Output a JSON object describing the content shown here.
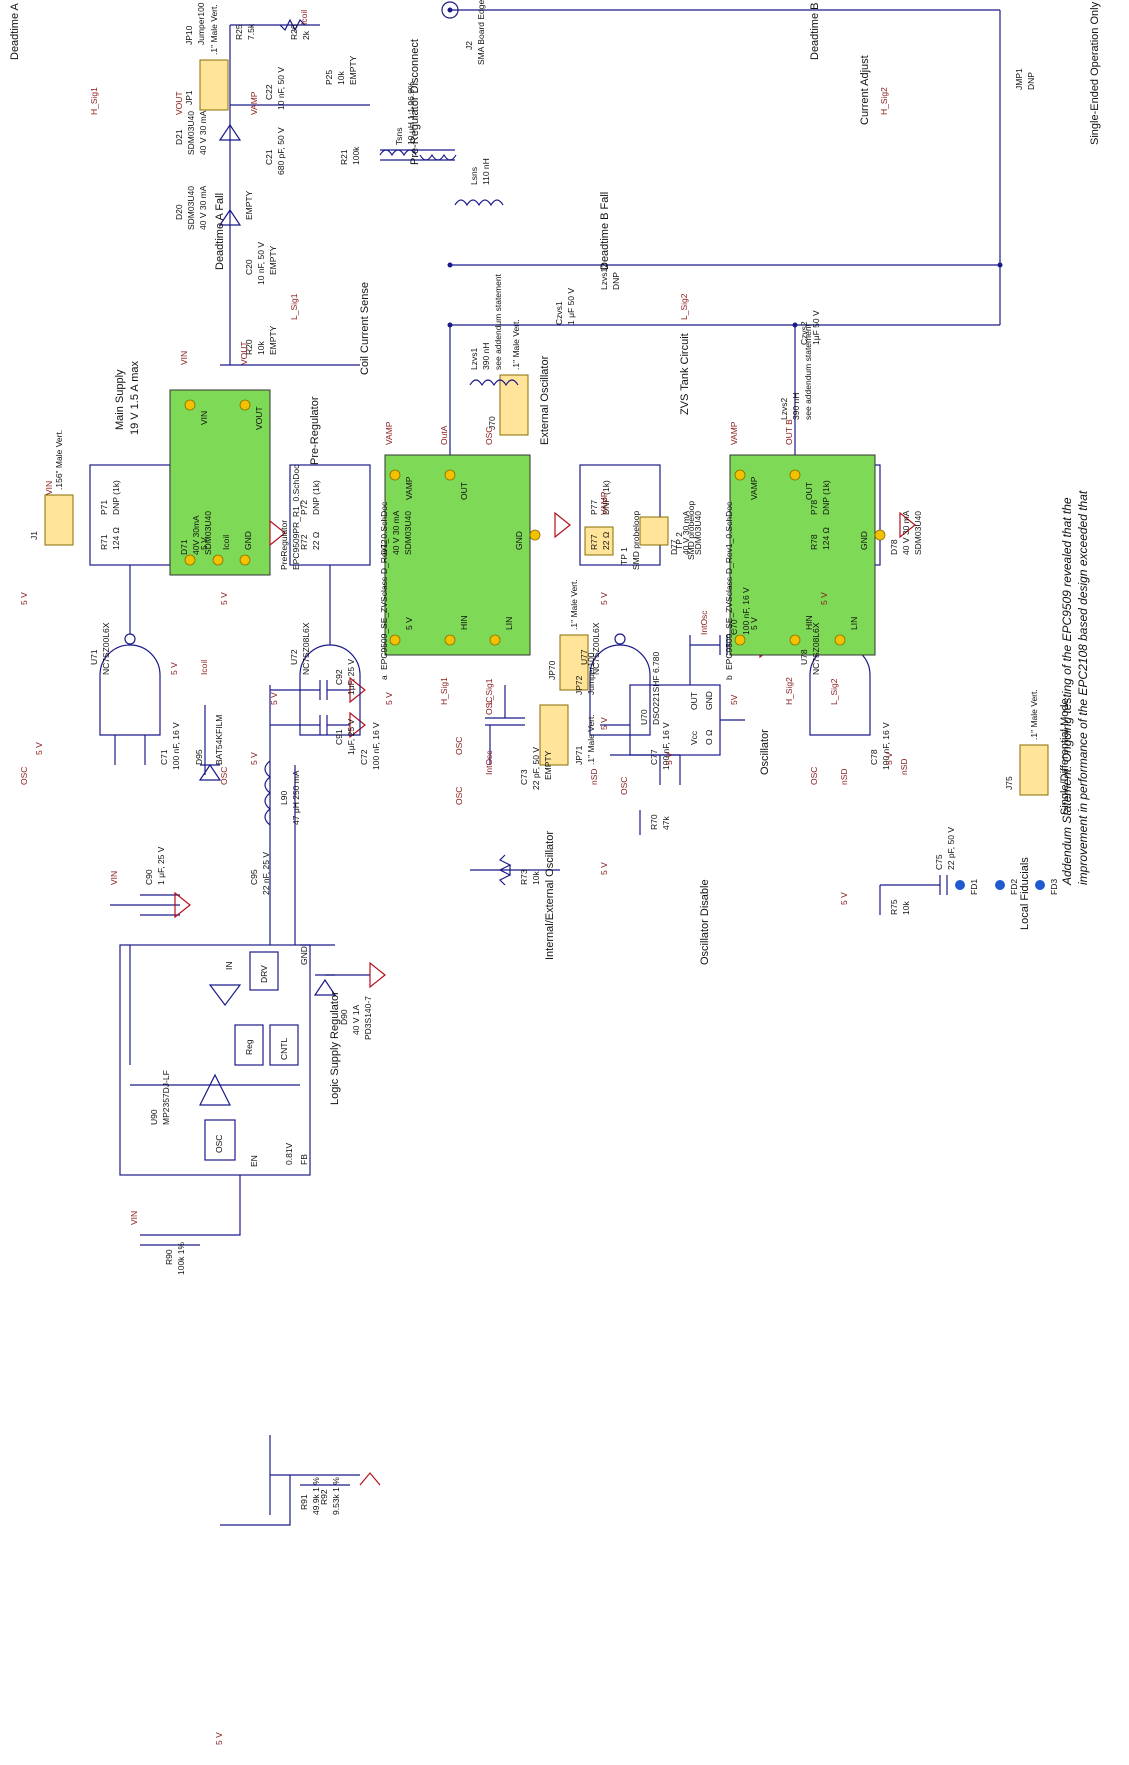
{
  "titles": {
    "logic_supply": "Logic Supply Regulator",
    "internal_external_osc": "Internal/External Oscillator",
    "external_osc": "External Oscillator",
    "oscillator": "Oscillator",
    "oscillator_disable": "Oscillator Disable",
    "single_differential": "Single/Differential Mode",
    "local_fiducials": "Local Fiducials",
    "deadtime_a_rise": "Deadtime A Rise",
    "deadtime_a_fall": "Deadtime A Fall",
    "deadtime_b_fall": "Deadtime B Fall",
    "deadtime_b_rise": "Deadtime B Rise",
    "main_supply": "Main Supply",
    "main_supply_rating": "19 V 1.5 A max",
    "pre_regulator": "Pre-Regulator",
    "pre_reg_disconnect": "Pre-Regulator Disconnect",
    "coil_current_sense": "Coil Current Sense",
    "current_adjust": "Current Adjust",
    "zvs_tank": "ZVS Tank Circuit",
    "single_ended_only": "Single-Ended Operation Only"
  },
  "addendum": {
    "line1": "Addendum Statement: Ongoing testing of the EPC9509 revealed that the",
    "line2": "improvement in performance of the EPC2108 based design exceeded that"
  },
  "components": {
    "u90": {
      "ref": "U90",
      "part": "MP2357DJ-LF",
      "blocks": [
        "OSC",
        "Reg",
        "CNTL",
        "DRV",
        "0.81V",
        "IN",
        "EN",
        "FB",
        "GND"
      ]
    },
    "r90": {
      "ref": "R90",
      "value": "100k 1%"
    },
    "r91": {
      "ref": "R91",
      "value": "49.9k 1 %"
    },
    "r92": {
      "ref": "R92",
      "value": "9.53k 1 %"
    },
    "c90": {
      "ref": "C90",
      "value": "1 μF, 25 V"
    },
    "d95": {
      "ref": "D95",
      "value": "BAT54KFILM"
    },
    "c95": {
      "ref": "C95",
      "value": "22 nF, 25 V"
    },
    "l90": {
      "ref": "L90",
      "value": "47 μH  250 mA"
    },
    "d90": {
      "ref": "D90",
      "value": "40 V 1A",
      "part": "PD3S140-7"
    },
    "c91": {
      "ref": "C91",
      "value": "1μF, 25 V"
    },
    "c92": {
      "ref": "C92",
      "value": "1μF, 25 V"
    },
    "c73": {
      "ref": "C73",
      "value": "22 pF, 50 V",
      "note": "EMPTY"
    },
    "r73": {
      "ref": "R73",
      "value": "10k"
    },
    "u70": {
      "ref": "U70",
      "part": "DSO221SHF  6.780",
      "pins": [
        "Vcc",
        "OUT",
        "O Ω",
        "GND"
      ]
    },
    "c70": {
      "ref": "C70",
      "value": "100 nF, 16 V"
    },
    "r70": {
      "ref": "R70",
      "value": "47k"
    },
    "jp70": {
      "ref": "JP70",
      "value": ".1\" Male Vert."
    },
    "r75": {
      "ref": "R75",
      "value": "10k"
    },
    "c75": {
      "ref": "C75",
      "value": "22 pF, 50 V"
    },
    "j75": {
      "ref": "J75",
      "value": ".1\" Male Vert."
    },
    "u71": {
      "ref": "U71",
      "part": "NC7SZ00L6X"
    },
    "c71": {
      "ref": "C71",
      "value": "100 nF, 16 V"
    },
    "r71": {
      "ref": "R71",
      "value": "124 Ω"
    },
    "p71": {
      "ref": "P71",
      "value": "DNP (1k)"
    },
    "d71": {
      "ref": "D71",
      "value": "40V  30mA",
      "part": "SDM03U40"
    },
    "u72": {
      "ref": "U72",
      "part": "NC7SZ08L6X"
    },
    "c72": {
      "ref": "C72",
      "value": "100 nF, 16 V"
    },
    "r72": {
      "ref": "R72",
      "value": "22 Ω"
    },
    "p72": {
      "ref": "P72",
      "value": "DNP (1k)"
    },
    "d72": {
      "ref": "D72",
      "value": "40 V  30 mA",
      "part": "SDM03U40"
    },
    "jp71": {
      "ref": "JP71",
      "value": ".1\" Male Vert."
    },
    "jp72": {
      "ref": "JP72",
      "value": "Jumper100"
    },
    "j70": {
      "ref": "J70",
      "value": ".1\" Male Vert."
    },
    "u77": {
      "ref": "U77",
      "part": "NC7SZ00L6X"
    },
    "c77": {
      "ref": "C77",
      "value": "100 nF, 16 V"
    },
    "r77": {
      "ref": "R77",
      "value": "22 Ω"
    },
    "p77": {
      "ref": "P77",
      "value": "DNP (1k)"
    },
    "d77": {
      "ref": "D77",
      "value": "40 V  30 mA",
      "part": "SDM03U40"
    },
    "u78": {
      "ref": "U78",
      "part": "NC7SZ08L6X"
    },
    "c78": {
      "ref": "C78",
      "value": "100 nF, 16 V"
    },
    "r78": {
      "ref": "R78",
      "value": "124 Ω"
    },
    "p78": {
      "ref": "P78",
      "value": "DNP (1k)"
    },
    "d78": {
      "ref": "D78",
      "value": "40 V  30 mA",
      "part": "SDM03U40"
    },
    "j1": {
      "ref": "J1",
      "value": ".156\" Male Vert."
    },
    "prereg": {
      "ref": "PreRegulator",
      "part": "EPC9509PR_R1_0.SchDoc",
      "pins": [
        "VIN",
        "VOUT",
        "5 V",
        "Icoil",
        "GND"
      ]
    },
    "jp1": {
      "ref": "JP1",
      "value": ".1\" Male Vert."
    },
    "jp10": {
      "ref": "JP10",
      "value": "Jumper100"
    },
    "amp_a": {
      "ref": "a",
      "part": "EPC9509_SE_ZVSclass-D_Rev1_0.SchDoc",
      "pins": [
        "VAMP",
        "OUT",
        "5 V",
        "HIN",
        "LIN",
        "GND"
      ]
    },
    "amp_b": {
      "ref": "b",
      "part": "EPC9509_SE_ZVSclass-D_Rev1_0.SchDoc",
      "pins": [
        "VAMP",
        "OUT",
        "5 V",
        "HIN",
        "LIN",
        "GND"
      ]
    },
    "tp1": {
      "ref": "TP 1",
      "value": "SMD probeloop"
    },
    "tp2": {
      "ref": "TP 2",
      "value": "SMD probeloop"
    },
    "r20": {
      "ref": "R20",
      "value": "10k",
      "note": "EMPTY"
    },
    "c20": {
      "ref": "C20",
      "value": "10 nF,  50 V",
      "note": "EMPTY"
    },
    "d20": {
      "ref": "D20",
      "value": "40 V  30 mA",
      "part": "SDM03U40",
      "note": "EMPTY"
    },
    "d21": {
      "ref": "D21",
      "value": "40 V  30 mA",
      "part": "SDM03U40"
    },
    "c21": {
      "ref": "C21",
      "value": "680 pF, 50 V"
    },
    "c22": {
      "ref": "C22",
      "value": "10 nF, 50 V"
    },
    "p25": {
      "ref": "P25",
      "value": "10k",
      "note": "EMPTY"
    },
    "r25": {
      "ref": "R25",
      "value": "7.5k"
    },
    "r26": {
      "ref": "R26",
      "value": "2k"
    },
    "r21": {
      "ref": "R21",
      "value": "100k"
    },
    "tsns": {
      "ref": "Tsns",
      "value": "10 μH  1:1  96.9%"
    },
    "lsns": {
      "ref": "Lsns",
      "value": "110 nH"
    },
    "lzvs1": {
      "ref": "Lzvs1",
      "value": "390 nH",
      "note": "see addendum statement"
    },
    "czvs1": {
      "ref": "Czvs1",
      "value": "1 μF 50 V"
    },
    "lzvs12": {
      "ref": "Lzvs12",
      "value": "DNP"
    },
    "lzvs2": {
      "ref": "Lzvs2",
      "value": "390 nH",
      "note": "see addendum statement"
    },
    "czvs2": {
      "ref": "Czvs2",
      "value": "1μF 50 V"
    },
    "j2": {
      "ref": "J2",
      "value": "SMA Board Edge"
    },
    "jmp1": {
      "ref": "JMP1",
      "value": "DNP"
    },
    "fd1": {
      "ref": "FD1"
    },
    "fd2": {
      "ref": "FD2"
    },
    "fd3": {
      "ref": "FD3"
    }
  },
  "nets": {
    "v5": "5 V",
    "v5b": "5V",
    "vin": "VIN",
    "vout": "VOUT",
    "vamp": "VAMP",
    "osc": "OSC",
    "intosc": "IntOsc",
    "nsd": "nSD",
    "hsig1": "H_Sig1",
    "lsig1": "L_Sig1",
    "hsig2": "H_Sig2",
    "lsig2": "L_Sig2",
    "icoil": "Icoil",
    "outa": "OutA",
    "outb": "OUT B"
  }
}
